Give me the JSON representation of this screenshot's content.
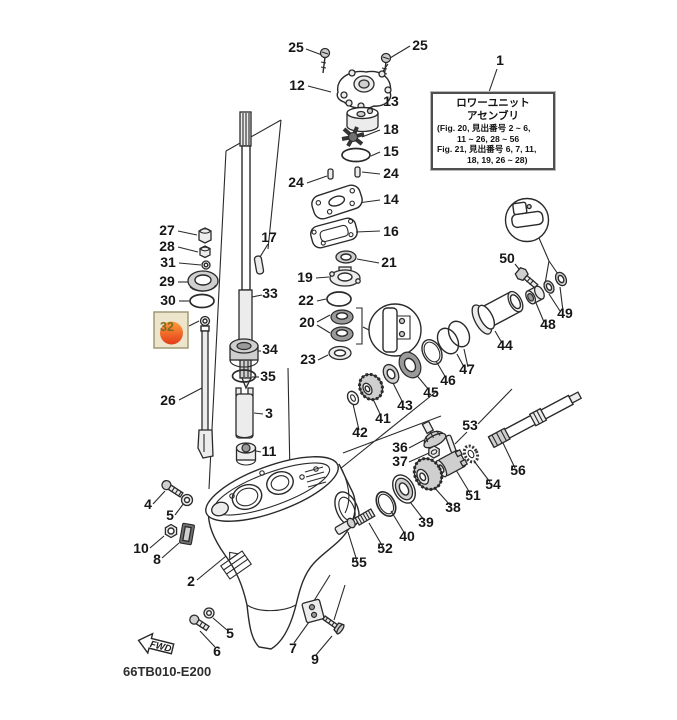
{
  "page": {
    "background": "#ffffff",
    "diagram_code": "66TB010-E200",
    "fwd_label": "FWD"
  },
  "info_box": {
    "title_lines": [
      "ロワーユニット",
      "アセンブリ"
    ],
    "body_lines": [
      "(Fig. 20, 見出番号 2 ~ 6,",
      "11 ~ 26, 28 ~ 56",
      "Fig. 21, 見出番号 6, 7, 11,",
      "18, 19, 26 ~ 28)"
    ]
  },
  "highlight": {
    "part_number": "32",
    "box_color": "#ece5cb",
    "border_color": "#a09876",
    "circle_top_color": "#ff9e3d",
    "circle_bottom_color": "#e23c17",
    "text_color": "#7c6a22"
  },
  "callouts": [
    {
      "n": "25"
    },
    {
      "n": "25"
    },
    {
      "n": "12"
    },
    {
      "n": "13"
    },
    {
      "n": "18"
    },
    {
      "n": "15"
    },
    {
      "n": "24"
    },
    {
      "n": "24"
    },
    {
      "n": "14"
    },
    {
      "n": "16"
    },
    {
      "n": "17"
    },
    {
      "n": "27"
    },
    {
      "n": "28"
    },
    {
      "n": "31"
    },
    {
      "n": "29"
    },
    {
      "n": "30"
    },
    {
      "n": "32"
    },
    {
      "n": "26"
    },
    {
      "n": "33"
    },
    {
      "n": "34"
    },
    {
      "n": "35"
    },
    {
      "n": "3"
    },
    {
      "n": "11"
    },
    {
      "n": "19"
    },
    {
      "n": "21"
    },
    {
      "n": "22"
    },
    {
      "n": "20"
    },
    {
      "n": "23"
    },
    {
      "n": "1"
    },
    {
      "n": "50"
    },
    {
      "n": "48"
    },
    {
      "n": "49"
    },
    {
      "n": "44"
    },
    {
      "n": "47"
    },
    {
      "n": "46"
    },
    {
      "n": "45"
    },
    {
      "n": "43"
    },
    {
      "n": "41"
    },
    {
      "n": "42"
    },
    {
      "n": "36"
    },
    {
      "n": "37"
    },
    {
      "n": "53"
    },
    {
      "n": "51"
    },
    {
      "n": "54"
    },
    {
      "n": "56"
    },
    {
      "n": "38"
    },
    {
      "n": "39"
    },
    {
      "n": "40"
    },
    {
      "n": "52"
    },
    {
      "n": "55"
    },
    {
      "n": "4"
    },
    {
      "n": "5"
    },
    {
      "n": "10"
    },
    {
      "n": "8"
    },
    {
      "n": "2"
    },
    {
      "n": "5"
    },
    {
      "n": "6"
    },
    {
      "n": "7"
    },
    {
      "n": "9"
    }
  ]
}
